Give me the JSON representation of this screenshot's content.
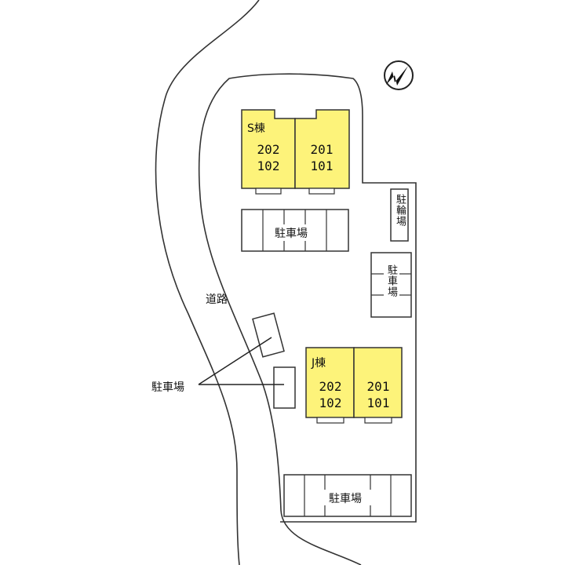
{
  "road": {
    "label": "道路"
  },
  "parking": {
    "main_label": "駐車場",
    "right_label": "駐車場",
    "bottom_label": "駐車場",
    "road_side_label": "駐車場"
  },
  "bicycle_parking": {
    "label": "駐輪場"
  },
  "buildings": {
    "s": {
      "name": "S棟",
      "units": [
        {
          "upper": "202",
          "lower": "102"
        },
        {
          "upper": "201",
          "lower": "101"
        }
      ]
    },
    "j": {
      "name": "J棟",
      "units": [
        {
          "upper": "202",
          "lower": "102"
        },
        {
          "upper": "201",
          "lower": "101"
        }
      ]
    }
  },
  "colors": {
    "building_fill": "#fdf37a",
    "line": "#333333"
  },
  "north_arrow": "north-arrow-icon"
}
